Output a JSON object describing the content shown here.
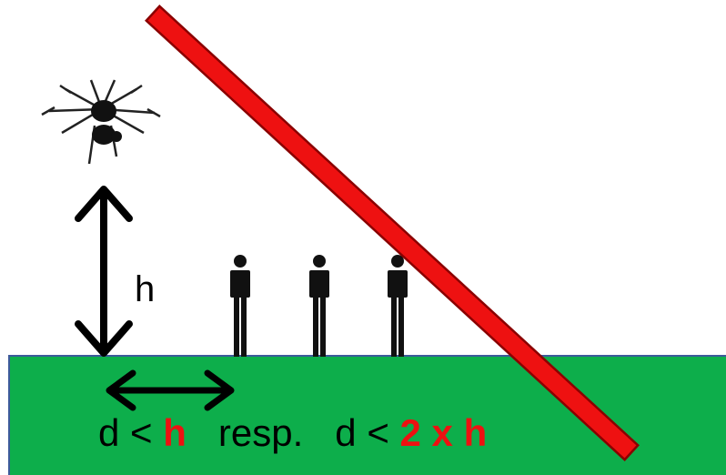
{
  "labels": {
    "height": "h",
    "distance_prefix": "d <",
    "distance_value": "h",
    "separator": "resp.",
    "distance_prefix_2": "d <",
    "distance_value_2": "2 x h"
  },
  "icons": [
    "drone-icon",
    "person-icon",
    "person-icon",
    "person-icon"
  ],
  "colors": {
    "ground": "#0dae4b",
    "ground_border": "#3d5a9a",
    "prohibition": "#ee1111",
    "accent_text": "#ee1111",
    "ink": "#000000"
  }
}
